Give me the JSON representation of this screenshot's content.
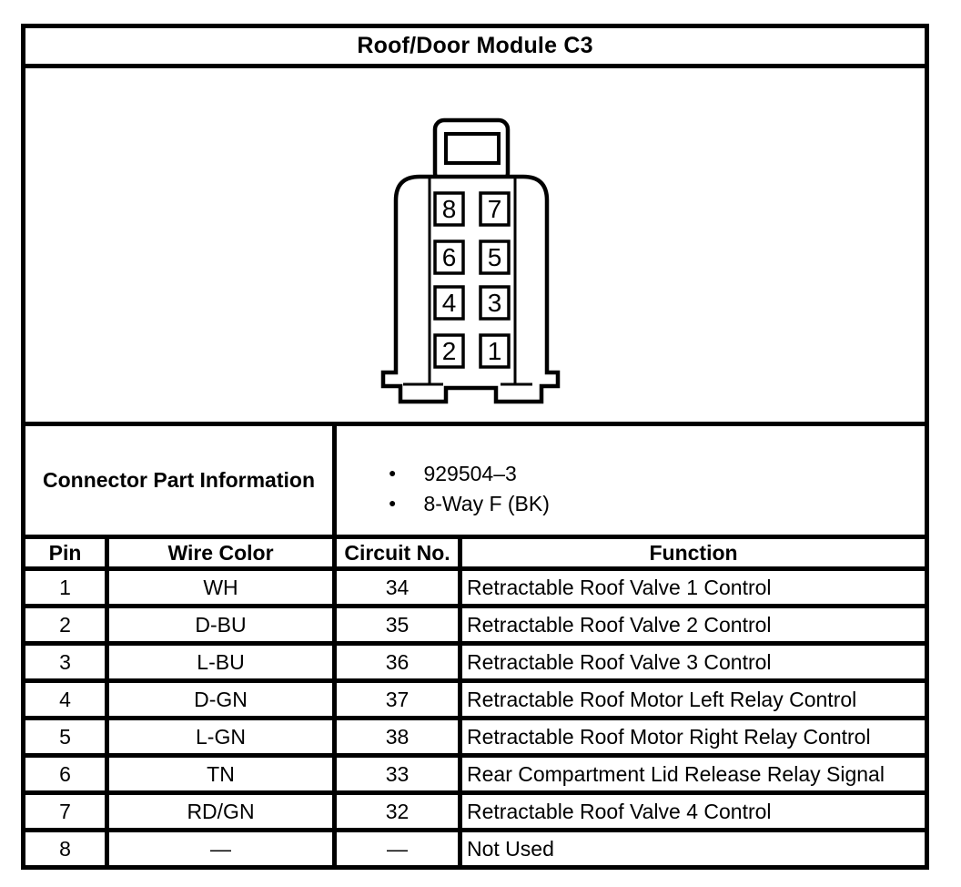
{
  "page": {
    "title": "Roof/Door Module C3"
  },
  "connector": {
    "description": "8-way connector face view, pins numbered in two columns",
    "pins": [
      "8",
      "7",
      "6",
      "5",
      "4",
      "3",
      "2",
      "1"
    ]
  },
  "part_info": {
    "label": "Connector Part Information",
    "bullet_icon": "●",
    "items": [
      "929504–3",
      "8-Way F (BK)"
    ]
  },
  "pinout": {
    "headers": [
      "Pin",
      "Wire Color",
      "Circuit No.",
      "Function"
    ],
    "rows": [
      [
        "1",
        "WH",
        "34",
        "Retractable Roof Valve 1 Control"
      ],
      [
        "2",
        "D-BU",
        "35",
        "Retractable Roof Valve 2 Control"
      ],
      [
        "3",
        "L-BU",
        "36",
        "Retractable Roof Valve 3 Control"
      ],
      [
        "4",
        "D-GN",
        "37",
        "Retractable Roof Motor Left Relay Control"
      ],
      [
        "5",
        "L-GN",
        "38",
        "Retractable Roof Motor Right Relay Control"
      ],
      [
        "6",
        "TN",
        "33",
        "Rear Compartment Lid Release Relay Signal"
      ],
      [
        "7",
        "RD/GN",
        "32",
        "Retractable Roof Valve 4 Control"
      ],
      [
        "8",
        "—",
        "—",
        "Not Used"
      ]
    ]
  },
  "colors": {
    "ink": "#000000",
    "paper": "#ffffff"
  }
}
